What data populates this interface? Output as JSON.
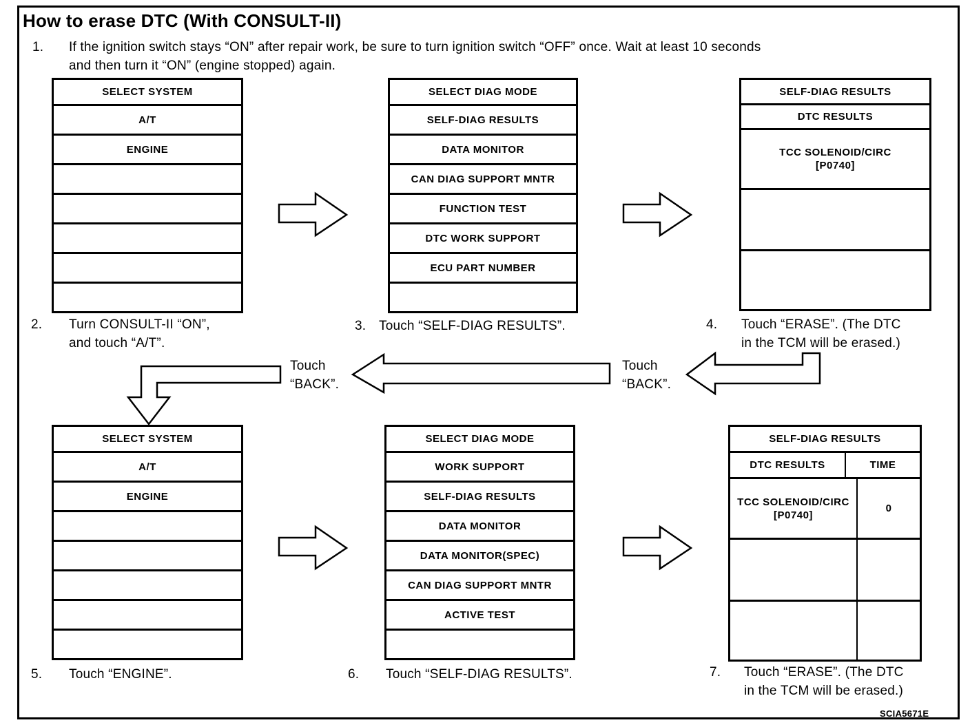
{
  "figure": {
    "title": "How to erase DTC (With CONSULT-II)",
    "code": "SCIA5671E"
  },
  "step1": {
    "num": "1.",
    "line1": "If the ignition switch stays “ON” after repair work, be sure to turn ignition switch “OFF” once. Wait at least 10 seconds",
    "line2": "and then turn it “ON” (engine stopped) again."
  },
  "steps": {
    "step2": {
      "num": "2.",
      "line1": "Turn CONSULT-II “ON”,",
      "line2": "and touch “A/T”."
    },
    "step3": {
      "num": "3.",
      "text": "Touch “SELF-DIAG RESULTS”."
    },
    "step4": {
      "num": "4.",
      "line1": "Touch “ERASE”. (The DTC",
      "line2": "in the TCM will be erased.)"
    },
    "step5": {
      "num": "5.",
      "text": "Touch “ENGINE”."
    },
    "step6": {
      "num": "6.",
      "text": "Touch “SELF-DIAG RESULTS”."
    },
    "step7": {
      "num": "7.",
      "line1": "Touch “ERASE”. (The DTC",
      "line2": "in the TCM will be erased.)"
    }
  },
  "back": {
    "touch": "Touch",
    "back": "“BACK”."
  },
  "screens": {
    "select_system_top": {
      "title": "SELECT SYSTEM",
      "rows": [
        "A/T",
        "ENGINE",
        "",
        "",
        "",
        "",
        ""
      ]
    },
    "select_diag_top": {
      "title": "SELECT DIAG MODE",
      "rows": [
        "SELF-DIAG RESULTS",
        "DATA MONITOR",
        "CAN DIAG SUPPORT MNTR",
        "FUNCTION TEST",
        "DTC WORK SUPPORT",
        "ECU PART NUMBER",
        ""
      ]
    },
    "self_diag_top": {
      "title": "SELF-DIAG RESULTS",
      "subtitle": "DTC RESULTS",
      "dtc_line1": "TCC SOLENOID/CIRC",
      "dtc_line2": "[P0740]"
    },
    "select_system_bottom": {
      "title": "SELECT SYSTEM",
      "rows": [
        "A/T",
        "ENGINE",
        "",
        "",
        "",
        "",
        ""
      ]
    },
    "select_diag_bottom": {
      "title": "SELECT DIAG MODE",
      "rows": [
        "WORK SUPPORT",
        "SELF-DIAG RESULTS",
        "DATA MONITOR",
        "DATA MONITOR(SPEC)",
        "CAN DIAG SUPPORT MNTR",
        "ACTIVE TEST",
        ""
      ]
    },
    "self_diag_bottom": {
      "title": "SELF-DIAG RESULTS",
      "col1": "DTC RESULTS",
      "col2": "TIME",
      "dtc_line1": "TCC SOLENOID/CIRC",
      "dtc_line2": "[P0740]",
      "time": "0"
    }
  }
}
